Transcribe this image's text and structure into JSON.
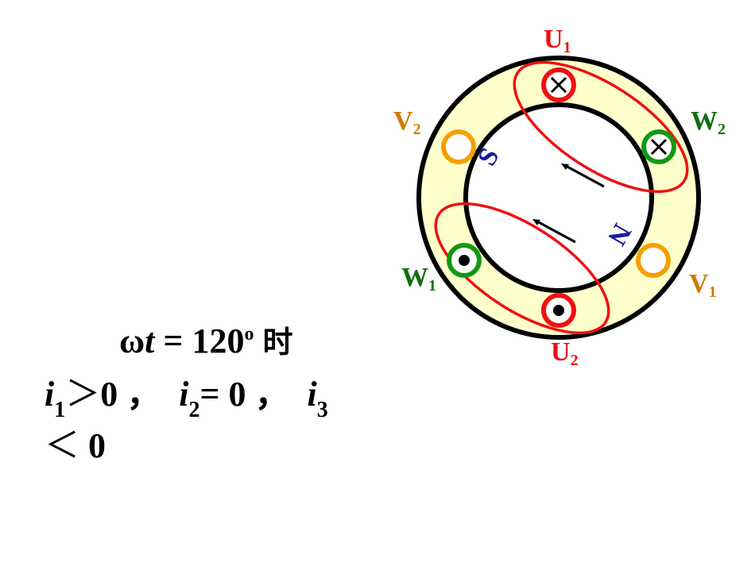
{
  "diagram": {
    "labels": {
      "U1": {
        "main": "U",
        "sub": "1"
      },
      "U2": {
        "main": "U",
        "sub": "2"
      },
      "V1": {
        "main": "V",
        "sub": "1"
      },
      "V2": {
        "main": "V",
        "sub": "2"
      },
      "W1": {
        "main": "W",
        "sub": "1"
      },
      "W2": {
        "main": "W",
        "sub": "2"
      }
    },
    "poles": {
      "south": "S",
      "north": "N"
    },
    "colors": {
      "U": "#ee1111",
      "V": "#f5a000",
      "W": "#119911",
      "V_label": "#cc7a00",
      "W_label": "#0f6e0f",
      "pole": "#1a1aa0",
      "stator": "#ffffcc"
    }
  },
  "equation": {
    "line1": {
      "omega": "ω",
      "t": "t",
      "eq": " = 120",
      "deg": "o",
      "shi": "时"
    },
    "line2": {
      "i": "i",
      "s1": "1",
      "gt": "＞",
      "zero1": "0 ，",
      "s2": "2",
      "eq2": "= 0 ，",
      "s3": "3"
    },
    "line3": {
      "lt": "＜",
      "zero": "0"
    }
  }
}
